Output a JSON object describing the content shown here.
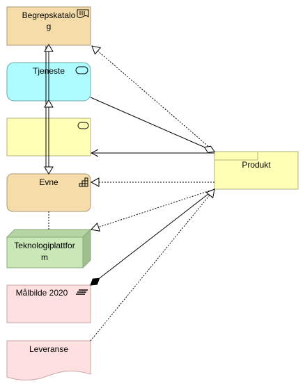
{
  "diagram": {
    "elements": {
      "begrepskatalog": {
        "label_line1": "Begrepskatalo",
        "label_line2": "g",
        "fill": "#f5dca8",
        "icon": "representation-icon"
      },
      "tjeneste": {
        "label": "Tjeneste",
        "fill": "#aefcff",
        "icon": "service-icon"
      },
      "unnamed_service": {
        "label": "",
        "fill": "#ffffb5",
        "icon": "service-icon"
      },
      "evne": {
        "label": "Evne",
        "fill": "#f5dca8",
        "icon": "capability-icon"
      },
      "teknologiplattform": {
        "label_line1": "Teknologiplattfor",
        "label_line2": "m",
        "fill": "#c9e7b7",
        "icon": "node-3d-icon"
      },
      "malbilde": {
        "label": "Målbilde 2020",
        "fill": "#ffe0e0",
        "icon": "plateau-icon"
      },
      "leveranse": {
        "label": "Leveranse",
        "fill": "#ffe0e0",
        "icon": "deliverable-icon"
      },
      "produkt": {
        "label": "Produkt",
        "fill": "#ffffb5",
        "icon": "product-icon"
      }
    },
    "relations": [
      {
        "from": "produkt",
        "to": "begrepskatalog",
        "type": "realization"
      },
      {
        "from": "produkt",
        "to": "tjeneste",
        "type": "aggregation"
      },
      {
        "from": "produkt",
        "to": "unnamed_service",
        "type": "serving"
      },
      {
        "from": "produkt",
        "to": "evne",
        "type": "realization"
      },
      {
        "from": "produkt",
        "to": "teknologiplattform",
        "type": "realization"
      },
      {
        "from": "malbilde",
        "to": "produkt",
        "type": "composition"
      },
      {
        "from": "leveranse",
        "to": "produkt",
        "type": "realization"
      },
      {
        "from": "evne",
        "to": "begrepskatalog",
        "type": "specialization"
      },
      {
        "from": "teknologiplattform",
        "to": "evne",
        "type": "association"
      }
    ]
  }
}
